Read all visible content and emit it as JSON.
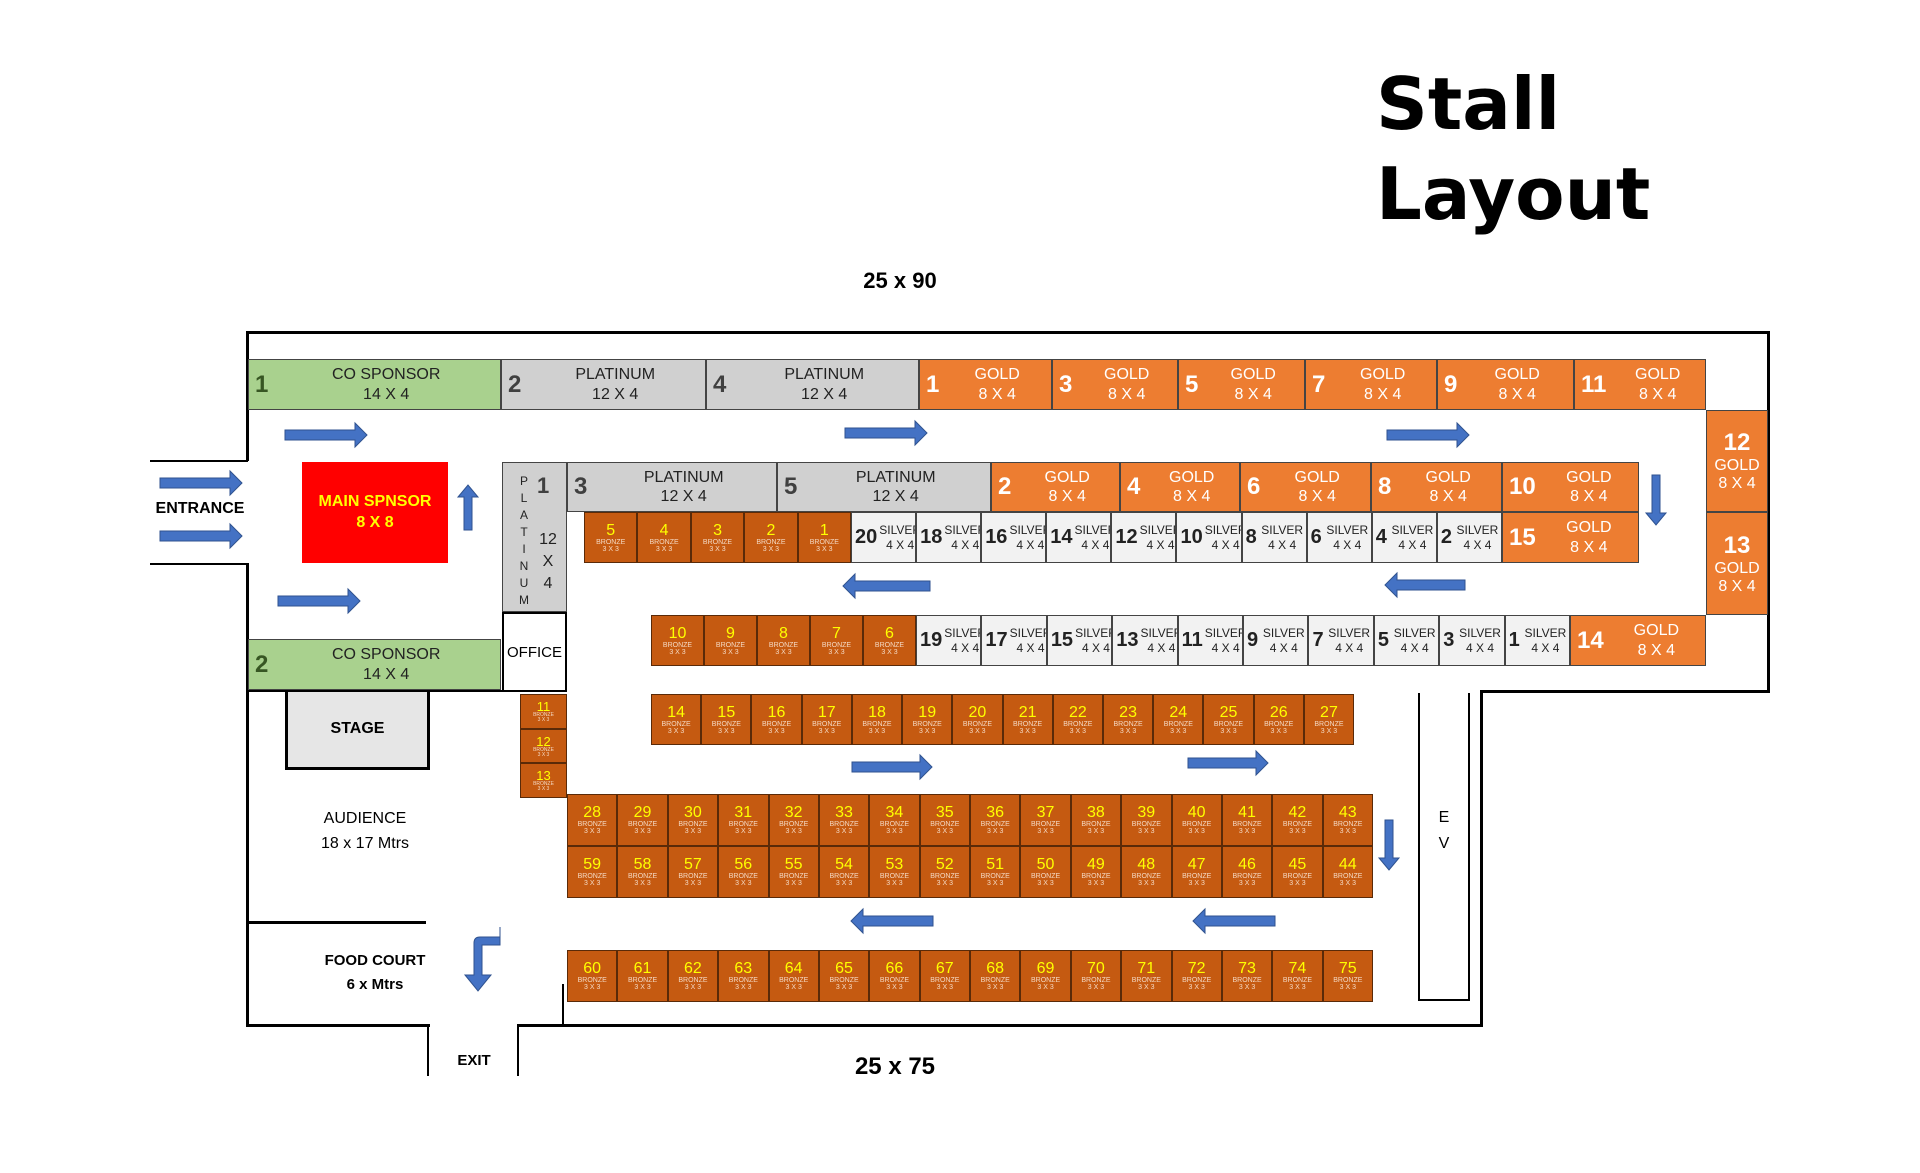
{
  "title_line1": "Stall",
  "title_line2": "Layout",
  "dim_top": "25 x 90",
  "dim_bottom": "25 x 75",
  "entrance": "ENTRANCE",
  "exit": "EXIT",
  "office": "OFFICE",
  "stage": "STAGE",
  "audience": {
    "name": "AUDIENCE",
    "size": "18 x 17 Mtrs"
  },
  "food_court": {
    "name": "FOOD COURT",
    "size": "6 x Mtrs"
  },
  "ev": [
    "E",
    "V"
  ],
  "main_sponsor": {
    "name": "MAIN SPNSOR",
    "size": "8 X 8"
  },
  "platinum_vertical": {
    "num": "1",
    "letters": [
      "P",
      "L",
      "A",
      "T",
      "I",
      "N",
      "U",
      "M"
    ],
    "size": [
      "12",
      "X",
      "4"
    ]
  },
  "colors": {
    "co_sponsor": "#a9d18e",
    "platinum": "#d0d0d0",
    "gold": "#ed7d31",
    "silver": "#f2f2f2",
    "bronze": "#c55a11",
    "bronze_number": "#ffff00",
    "main_sponsor": "#ff0000",
    "main_sponsor_text": "#ffff00",
    "arrow": "#4472c4"
  },
  "stalls": {
    "co_sponsor": [
      {
        "num": "1",
        "cat": "CO SPONSOR",
        "size": "14 X 4"
      },
      {
        "num": "2",
        "cat": "CO SPONSOR",
        "size": "14 X 4"
      }
    ],
    "platinum": [
      {
        "num": "2",
        "cat": "PLATINUM",
        "size": "12 X 4"
      },
      {
        "num": "4",
        "cat": "PLATINUM",
        "size": "12 X 4"
      },
      {
        "num": "3",
        "cat": "PLATINUM",
        "size": "12 X 4"
      },
      {
        "num": "5",
        "cat": "PLATINUM",
        "size": "12 X 4"
      }
    ],
    "gold_top": [
      {
        "num": "1",
        "cat": "GOLD",
        "size": "8 X 4"
      },
      {
        "num": "3",
        "cat": "GOLD",
        "size": "8 X 4"
      },
      {
        "num": "5",
        "cat": "GOLD",
        "size": "8 X 4"
      },
      {
        "num": "7",
        "cat": "GOLD",
        "size": "8 X 4"
      },
      {
        "num": "9",
        "cat": "GOLD",
        "size": "8 X 4"
      },
      {
        "num": "11",
        "cat": "GOLD",
        "size": "8 X 4"
      }
    ],
    "gold_mid": [
      {
        "num": "2",
        "cat": "GOLD",
        "size": "8 X 4"
      },
      {
        "num": "4",
        "cat": "GOLD",
        "size": "8 X 4"
      },
      {
        "num": "6",
        "cat": "GOLD",
        "size": "8 X 4"
      },
      {
        "num": "8",
        "cat": "GOLD",
        "size": "8 X 4"
      },
      {
        "num": "10",
        "cat": "GOLD",
        "size": "8 X 4"
      }
    ],
    "gold_right": [
      {
        "num": "12",
        "cat": "GOLD",
        "size": "8 X 4"
      },
      {
        "num": "13",
        "cat": "GOLD",
        "size": "8 X 4"
      }
    ],
    "gold_15": {
      "num": "15",
      "cat": "GOLD",
      "size": "8 X 4"
    },
    "gold_14": {
      "num": "14",
      "cat": "GOLD",
      "size": "8 X 4"
    },
    "silver_even": [
      {
        "num": "20",
        "cat": "SILVER",
        "size": "4 X 4"
      },
      {
        "num": "18",
        "cat": "SILVER",
        "size": "4 X 4"
      },
      {
        "num": "16",
        "cat": "SILVER",
        "size": "4 X 4"
      },
      {
        "num": "14",
        "cat": "SILVER",
        "size": "4 X 4"
      },
      {
        "num": "12",
        "cat": "SILVER",
        "size": "4 X 4"
      },
      {
        "num": "10",
        "cat": "SILVER",
        "size": "4 X 4"
      },
      {
        "num": "8",
        "cat": "SILVER",
        "size": "4 X 4"
      },
      {
        "num": "6",
        "cat": "SILVER",
        "size": "4 X 4"
      },
      {
        "num": "4",
        "cat": "SILVER",
        "size": "4 X 4"
      },
      {
        "num": "2",
        "cat": "SILVER",
        "size": "4 X 4"
      }
    ],
    "silver_odd": [
      {
        "num": "19",
        "cat": "SILVER",
        "size": "4 X 4"
      },
      {
        "num": "17",
        "cat": "SILVER",
        "size": "4 X 4"
      },
      {
        "num": "15",
        "cat": "SILVER",
        "size": "4 X 4"
      },
      {
        "num": "13",
        "cat": "SILVER",
        "size": "4 X 4"
      },
      {
        "num": "11",
        "cat": "SILVER",
        "size": "4 X 4"
      },
      {
        "num": "9",
        "cat": "SILVER",
        "size": "4 X 4"
      },
      {
        "num": "7",
        "cat": "SILVER",
        "size": "4 X 4"
      },
      {
        "num": "5",
        "cat": "SILVER",
        "size": "4 X 4"
      },
      {
        "num": "3",
        "cat": "SILVER",
        "size": "4 X 4"
      },
      {
        "num": "1",
        "cat": "SILVER",
        "size": "4 X 4"
      }
    ],
    "bronze_label": "BRONZE",
    "bronze_size": "3 X 3",
    "bronze_rows": {
      "row_1_5": [
        "5",
        "4",
        "3",
        "2",
        "1"
      ],
      "row_6_10": [
        "10",
        "9",
        "8",
        "7",
        "6"
      ],
      "col_11_13": [
        "11",
        "12",
        "13"
      ],
      "row_14_27": [
        "14",
        "15",
        "16",
        "17",
        "18",
        "19",
        "20",
        "21",
        "22",
        "23",
        "24",
        "25",
        "26",
        "27"
      ],
      "row_28_43": [
        "28",
        "29",
        "30",
        "31",
        "32",
        "33",
        "34",
        "35",
        "36",
        "37",
        "38",
        "39",
        "40",
        "41",
        "42",
        "43"
      ],
      "row_59_44": [
        "59",
        "58",
        "57",
        "56",
        "55",
        "54",
        "53",
        "52",
        "51",
        "50",
        "49",
        "48",
        "47",
        "46",
        "45",
        "44"
      ],
      "row_60_75": [
        "60",
        "61",
        "62",
        "63",
        "64",
        "65",
        "66",
        "67",
        "68",
        "69",
        "70",
        "71",
        "72",
        "73",
        "74",
        "75"
      ]
    }
  }
}
